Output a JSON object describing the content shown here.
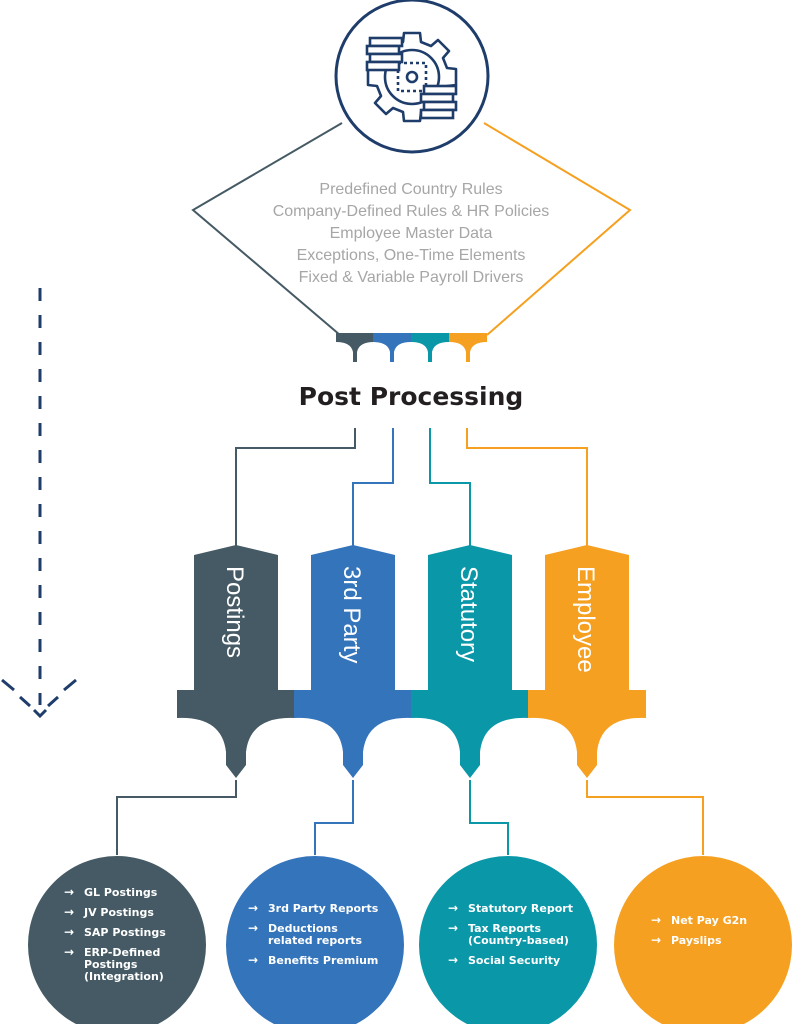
{
  "colors": {
    "navy": "#1f3d6b",
    "postings": "#455a64",
    "third_party": "#3474bb",
    "statutory": "#0a97a8",
    "employee": "#f5a020",
    "input_text": "#a6a6a6",
    "title": "#231f20"
  },
  "icon": {
    "name": "gear-with-coin-stacks-icon"
  },
  "inputs": [
    "Predefined Country Rules",
    "Company-Defined Rules & HR Policies",
    "Employee Master Data",
    "Exceptions, One-Time Elements",
    "Fixed & Variable Payroll Drivers"
  ],
  "title": "Post Processing",
  "flow_direction_icon": "dashed-down-arrow-icon",
  "bullet_glyph": "→",
  "categories": [
    {
      "key": "postings",
      "label": "Postings",
      "items": [
        "GL Postings",
        "JV Postings",
        "SAP Postings",
        [
          "ERP-Defined",
          "Postings",
          "(Integration)"
        ]
      ]
    },
    {
      "key": "third_party",
      "label": "3rd Party",
      "items": [
        "3rd Party Reports",
        [
          "Deductions",
          "related reports"
        ],
        "Benefits Premium"
      ]
    },
    {
      "key": "statutory",
      "label": "Statutory",
      "items": [
        "Statutory Report",
        [
          "Tax Reports",
          "(Country-based)"
        ],
        "Social Security"
      ]
    },
    {
      "key": "employee",
      "label": "Employee",
      "items": [
        "Net Pay G2n",
        "Payslips"
      ]
    }
  ]
}
